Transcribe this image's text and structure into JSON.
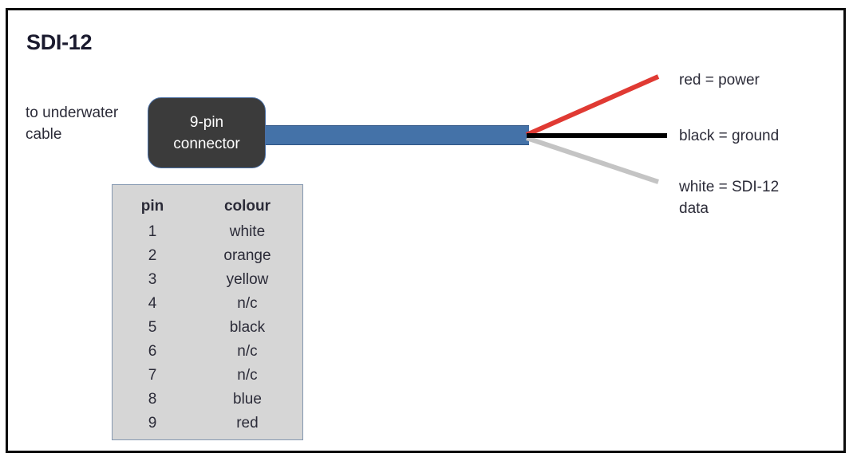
{
  "diagram": {
    "title": "SDI-12",
    "left_caption": "to underwater cable",
    "connector": {
      "line1": "9-pin",
      "line2": "connector"
    },
    "cable": {
      "name": "underwater-cable",
      "color": "#4472a8"
    },
    "wires": [
      {
        "name": "red-wire",
        "color": "#e03a33",
        "label": "red = power"
      },
      {
        "name": "black-wire",
        "color": "#000000",
        "label": "black = ground"
      },
      {
        "name": "white-wire",
        "color": "#c4c4c4",
        "label": "white = SDI-12\ndata"
      }
    ],
    "pin_table": {
      "headers": [
        "pin",
        "colour"
      ],
      "rows": [
        {
          "pin": "1",
          "colour": "white"
        },
        {
          "pin": "2",
          "colour": "orange"
        },
        {
          "pin": "3",
          "colour": "yellow"
        },
        {
          "pin": "4",
          "colour": "n/c"
        },
        {
          "pin": "5",
          "colour": "black"
        },
        {
          "pin": "6",
          "colour": "n/c"
        },
        {
          "pin": "7",
          "colour": "n/c"
        },
        {
          "pin": "8",
          "colour": "blue"
        },
        {
          "pin": "9",
          "colour": "red"
        }
      ]
    },
    "colors": {
      "frame": "#0d0d0d",
      "connector_fill": "#3b3b3b",
      "table_fill": "#d6d6d6",
      "table_border": "#8497b0",
      "text": "#2b2b38"
    }
  }
}
